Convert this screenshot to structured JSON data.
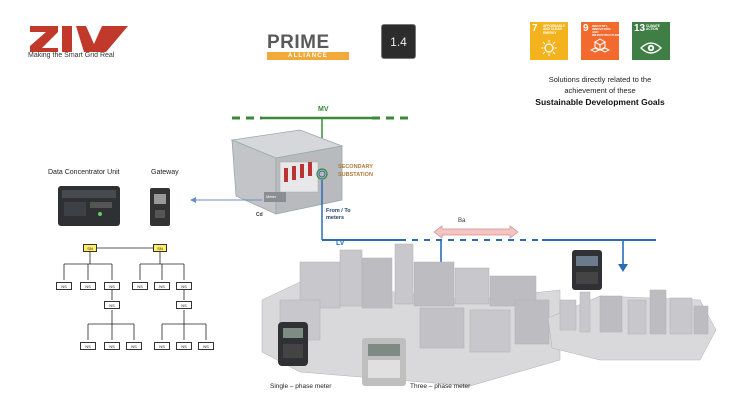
{
  "brand": {
    "tagline": "Making the Smart Grid Real",
    "prime_name": "PRIME",
    "prime_sub": "ALLIANCE",
    "version_chip": "1.4"
  },
  "sdg": {
    "tiles": [
      {
        "num": "7",
        "text": "AFFORDABLE AND CLEAN ENERGY",
        "color": "#f4b31c",
        "icon": "sun-icon"
      },
      {
        "num": "9",
        "text": "INDUSTRY, INNOVATION AND INFRASTRUCTURE",
        "color": "#f26a2d",
        "icon": "cubes-icon"
      },
      {
        "num": "13",
        "text": "CLIMATE ACTION",
        "color": "#3f7e44",
        "icon": "eye-icon"
      }
    ],
    "caption_line1": "Solutions directly related to the",
    "caption_line2": "achievement of these",
    "caption_bold": "Sustainable Development Goals"
  },
  "diagram": {
    "mv_label": "MV",
    "lv_label": "LV",
    "substation_label_1": "SECONDARY",
    "substation_label_2": "SUBSTATION",
    "from_to_1": "From / To",
    "from_to_2": "meters",
    "ba_label": "Ba",
    "cd_label": "Cd",
    "meter_panel_label": "Meter",
    "dcu_label": "Data Concentrator Unit",
    "gateway_label": "Gateway",
    "single_phase_label": "Single – phase meter",
    "three_phase_label": "Three – phase meter",
    "node_label": "SN",
    "ns_label": "NS",
    "colors": {
      "mv": "#3a8a3a",
      "lv": "#2a6db5",
      "ba": "#e8a0a0"
    }
  }
}
